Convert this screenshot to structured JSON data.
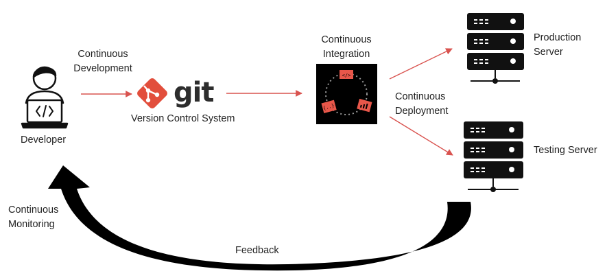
{
  "labels": {
    "continuous_development": [
      "Continuous",
      "Development"
    ],
    "version_control_system": "Version Control System",
    "git_wordmark": "git",
    "continuous_integration": [
      "Continuous",
      "Integration"
    ],
    "continuous_deployment": [
      "Continuous",
      "Deployment"
    ],
    "production_server": [
      "Production",
      "Server"
    ],
    "testing_server": "Testing Server",
    "developer": "Developer",
    "continuous_monitoring": [
      "Continuous",
      "Monitoring"
    ],
    "feedback": "Feedback"
  },
  "icons": {
    "developer": "developer-laptop-icon",
    "git": "git-logo-icon",
    "ci": "ci-cycle-icon",
    "production_server": "server-rack-icon",
    "testing_server": "server-rack-icon"
  },
  "colors": {
    "arrow": "#d9534f",
    "git_orange": "#e24e3c",
    "ci_red": "#e8574a",
    "dark": "#111111",
    "feedback_arrow": "#000000"
  }
}
